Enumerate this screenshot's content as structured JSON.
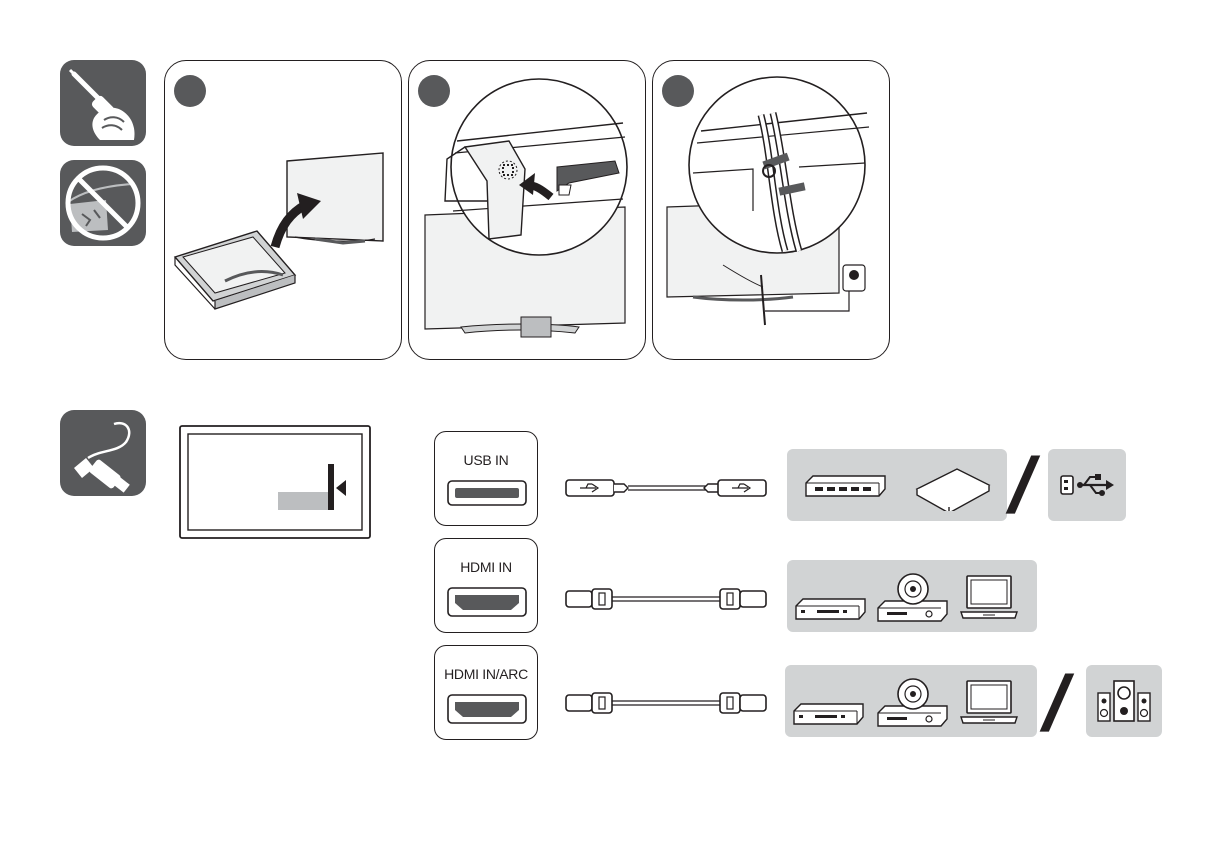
{
  "warnings": {
    "icons": [
      "screwdriver-hand-icon",
      "no-floor-contact-icon"
    ]
  },
  "steps": [
    {
      "badge": "",
      "icon": "tv-lift-onto-stand-icon"
    },
    {
      "badge": "",
      "icon": "stand-cover-attach-icon"
    },
    {
      "badge": "",
      "icon": "cable-tie-management-icon"
    }
  ],
  "connection": {
    "icon": "cable-plug-icon"
  },
  "ports": [
    {
      "label": "USB IN",
      "type": "usb",
      "devices": [
        "network-switch-icon",
        "external-hdd-icon"
      ],
      "alt": [
        "usb-stick-icon"
      ]
    },
    {
      "label": "HDMI IN",
      "type": "hdmi",
      "devices": [
        "set-top-box-icon",
        "dvd-player-icon",
        "laptop-icon"
      ],
      "alt": []
    },
    {
      "label": "HDMI IN/ARC",
      "type": "hdmi",
      "devices": [
        "set-top-box-icon",
        "dvd-player-icon",
        "laptop-icon"
      ],
      "alt": [
        "speaker-system-icon"
      ]
    }
  ],
  "separator": "/",
  "colors": {
    "icon_bg": "#58595b",
    "panel": "#d1d3d4",
    "line": "#231f20"
  }
}
